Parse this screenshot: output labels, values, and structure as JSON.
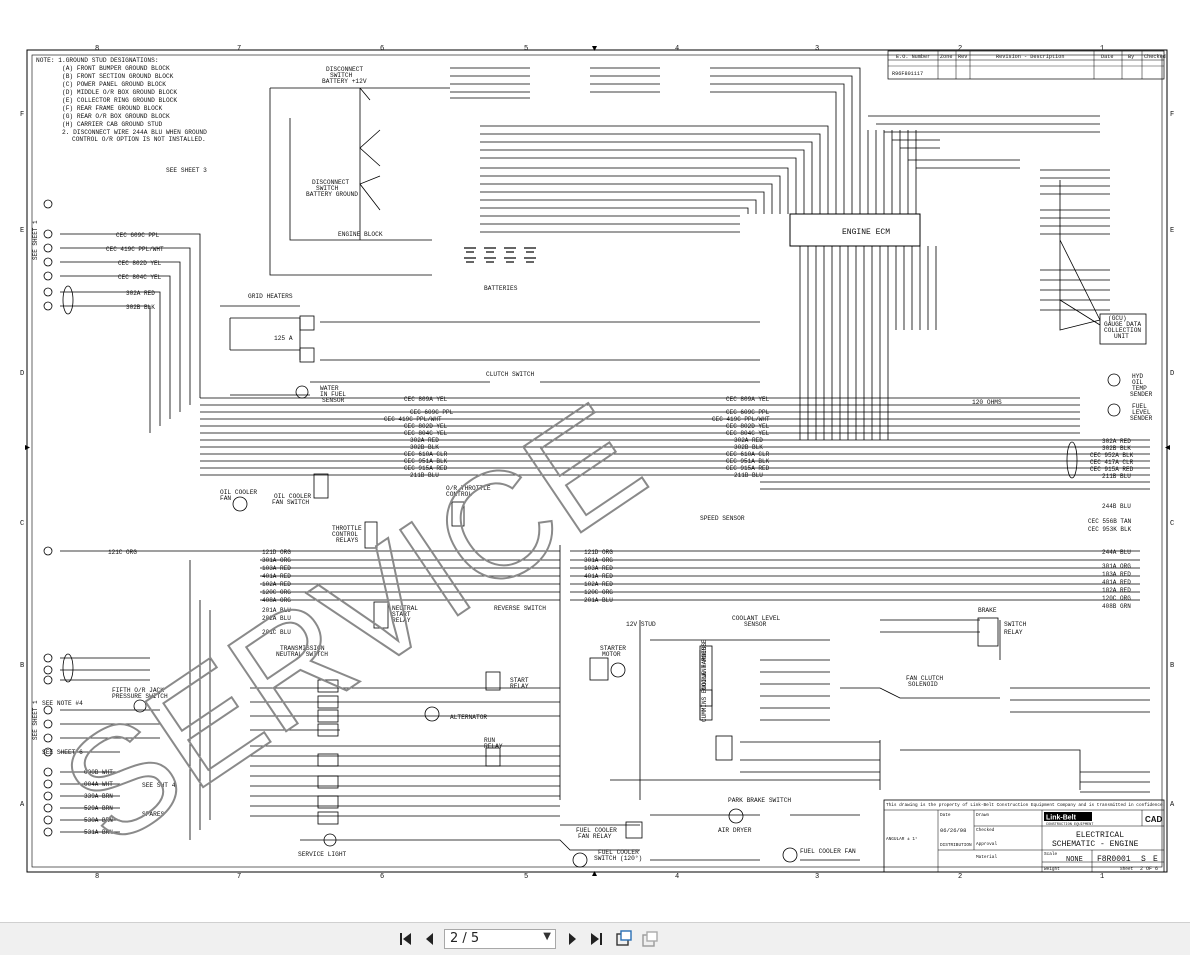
{
  "note": {
    "title": "NOTE: 1.GROUND STUD DESIGNATIONS:",
    "items": [
      "(A) FRONT BUMPER GROUND BLOCK",
      "(B) FRONT SECTION GROUND BLOCK",
      "(C) POWER PANEL GROUND BLOCK",
      "(D) MIDDLE O/R BOX GROUND BLOCK",
      "(E) COLLECTOR RING GROUND BLOCK",
      "(F) REAR FRAME GROUND BLOCK",
      "(G) REAR O/R BOX GROUND BLOCK",
      "(H) CARRIER CAB GROUND STUD"
    ],
    "line2a": "2. DISCONNECT WIRE 244A BLU WHEN GROUND",
    "line2b": "CONTROL O/R OPTION IS NOT INSTALLED."
  },
  "revision_table": {
    "headers": [
      "E.O. Number",
      "Zone",
      "Rev",
      "Revision - Description",
      "Date",
      "By",
      "Checked"
    ],
    "eo": "R96F801117"
  },
  "grid": {
    "cols": [
      "8",
      "7",
      "6",
      "5",
      "4",
      "3",
      "2",
      "1"
    ],
    "rows": [
      "F",
      "E",
      "D",
      "C",
      "B",
      "A"
    ]
  },
  "blocks": {
    "disconnect_battery": [
      "DISCONNECT",
      "SWITCH",
      "BATTERY +12V"
    ],
    "disconnect_ground": [
      "DISCONNECT",
      "SWITCH",
      "BATTERY GROUND"
    ],
    "engine_block": "ENGINE BLOCK",
    "batteries": "BATTERIES",
    "engine_ecm": "ENGINE ECM",
    "grid_heaters": "GRID HEATERS",
    "clutch_switch": "CLUTCH SWITCH",
    "water_sensor": [
      "WATER",
      "IN FUEL",
      "SENSOR"
    ],
    "oil_cooler_fan": [
      "OIL COOLER",
      "FAN"
    ],
    "oil_cooler_fan_switch": [
      "OIL COOLER",
      "FAN SWITCH"
    ],
    "or_throttle_control": [
      "O/R THROTTLE",
      "CONTROL"
    ],
    "throttle_control_relays": [
      "THROTTLE",
      "CONTROL",
      "RELAYS"
    ],
    "speed_sensor": "SPEED SENSOR",
    "neutral_start_relay": [
      "NEUTRAL",
      "START",
      "RELAY"
    ],
    "reverse_switch": "REVERSE SWITCH",
    "transmission_neutral_switch": [
      "TRANSMISSION",
      "NEUTRAL SWITCH"
    ],
    "fifth_or_jack": [
      "FIFTH O/R JACK",
      "PRESSURE SWITCH"
    ],
    "starter_motor": [
      "STARTER",
      "MOTOR"
    ],
    "start_relay": [
      "START",
      "RELAY"
    ],
    "alternator": "ALTERNATOR",
    "run_relay": [
      "RUN",
      "RELAY"
    ],
    "coolant_level_sensor": [
      "COOLANT LEVEL",
      "SENSOR"
    ],
    "coolant_module": "COOLANT MODULE",
    "cummins_harness": "CUMMINS ENGINE HARNESS",
    "brake_switch_relay": [
      "BRAKE",
      "SWITCH",
      "RELAY"
    ],
    "fan_clutch": [
      "FAN CLUTCH",
      "SOLENOID"
    ],
    "gauge_data_unit": [
      "(GCU)",
      "GAUGE DATA",
      "COLLECTION",
      "UNIT"
    ],
    "hyd_oil_temp": [
      "HYD",
      "OIL",
      "TEMP",
      "SENDER"
    ],
    "fuel_level": [
      "FUEL",
      "LEVEL",
      "SENDER"
    ],
    "park_brake": "PARK BRAKE SWITCH",
    "air_dryer": "AIR DRYER",
    "fuel_cooler_fan_relay": [
      "FUEL COOLER",
      "FAN RELAY"
    ],
    "fuel_cooler_fan_switch": [
      "FUEL COOLER",
      "SWITCH (120°)"
    ],
    "fuel_cooler_fan": "FUEL COOLER FAN",
    "service_light": "SERVICE LIGHT",
    "spares": "SPARES",
    "ohms": "120 OHMS"
  },
  "labels": {
    "see_sheet_1": "SEE SHEET 1",
    "see_sheet_3": "SEE SHEET 3",
    "see_sheet_6": "SEE SHEET 6",
    "see_sht_4": "SEE SHT 4",
    "see_note_4": "SEE NOTE #4",
    "stud_12v": "12V STUD",
    "amp_125": "125 A",
    "wires_left": [
      "CEC 419C PPL/WHT",
      "CEC 802D YEL",
      "CEC 804C YEL",
      "CEC 609C PPL",
      "302A RED",
      "302B BLK",
      "121C ORG"
    ],
    "wires_mid": [
      "CEC 809A YEL",
      "CEC 609C PPL",
      "CEC 419C PPL/WHT",
      "CEC 802D YEL",
      "CEC 804C YEL",
      "302A RED",
      "302B BLK",
      "CEC 610A CLR",
      "CEC 951A BLK",
      "CEC 915A RED",
      "211B BLU"
    ],
    "wires_bottom": [
      "121D ORG",
      "301A ORG",
      "103A RED",
      "401A RED",
      "102A RED",
      "120C ORG",
      "408A ORG",
      "201A BLU",
      "202A BLU",
      "201C BLU"
    ],
    "wires_right": [
      "302A RED",
      "302B BLK",
      "CEC 952A BLK",
      "CEC 417A CLR",
      "CEC 915A RED",
      "211B BLU",
      "244B BLU",
      "CEC 556B TAN",
      "CEC 953K BLK",
      "244A BLU",
      "301A ORG",
      "103A RED",
      "401A RED",
      "102A RED",
      "120C ORG",
      "408B GRN"
    ],
    "spares_wires": [
      "000B WHT",
      "004A WHT",
      "339A BRN",
      "529A BRN",
      "530A BRN",
      "531A BRN"
    ]
  },
  "title_block": {
    "disclaimer": "This drawing is the property of Link-Belt Construction Equipment Company and is transmitted in confidence.",
    "date_label": "Date",
    "date": "06/26/98",
    "drawn_label": "Drawn",
    "checked_label": "Checked",
    "approval_label": "Approval",
    "material_label": "Material",
    "logo": "Link-Belt",
    "logo_sub": "CONSTRUCTION EQUIPMENT",
    "cad": "CAD",
    "title1": "ELECTRICAL",
    "title2": "SCHEMATIC - ENGINE",
    "scale_label": "Scale",
    "scale": "NONE",
    "dwg_no": "F8R0001",
    "size": "S",
    "rev": "E",
    "weight_label": "Weight",
    "sheet_label": "Sheet",
    "sheet": "2 OF 6",
    "distribution": "DISTRIBUTION",
    "tolerance": "ANGULAR ± 1°"
  },
  "watermark": "SERVICE",
  "toolbar": {
    "page_value": "2 / 5"
  }
}
